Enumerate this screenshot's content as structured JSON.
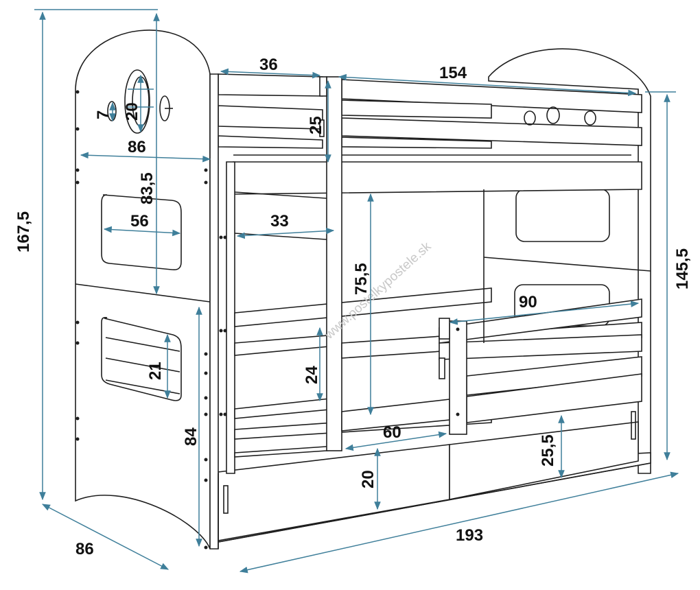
{
  "diagram": {
    "watermark": "www.postelkypostele.sk",
    "dimensions": {
      "total_height": "167,5",
      "frame_height": "145,5",
      "depth_bottom": "86",
      "length_bottom": "193",
      "headboard_width": "86",
      "headboard_top_height": "83,5",
      "headboard_bottom_height": "84",
      "porthole_large": "20",
      "porthole_small": "7",
      "window_top_width": "56",
      "window_bottom_height": "21",
      "ladder_top_width": "36",
      "top_bed_length": "154",
      "top_rail_height": "25",
      "ladder_rung_width": "33",
      "ladder_height": "75,5",
      "rung_spacing": "24",
      "bottom_rail_length": "90",
      "bottom_gap_width": "60",
      "drawer_height_left": "20",
      "drawer_height_right": "25,5"
    }
  }
}
